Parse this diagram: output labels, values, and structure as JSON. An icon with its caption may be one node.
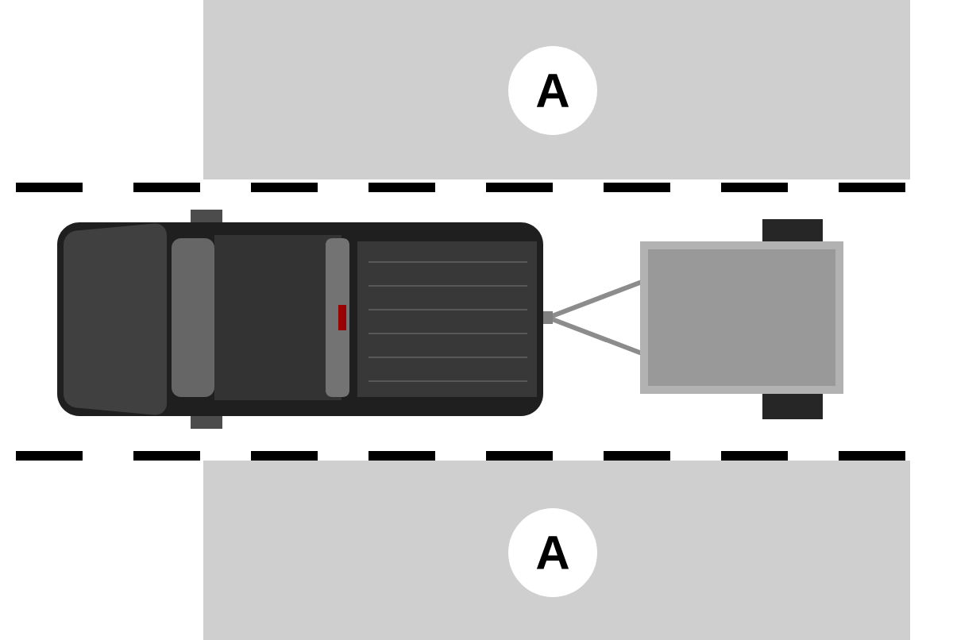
{
  "diagram": {
    "nodes": [
      {
        "text": [],
        "shape": "box"
      },
      {
        "text": [
          "A"
        ],
        "in": 0
      },
      {
        "text": [],
        "shape": "box"
      },
      {
        "text": [
          "A"
        ],
        "in": 2
      }
    ]
  }
}
